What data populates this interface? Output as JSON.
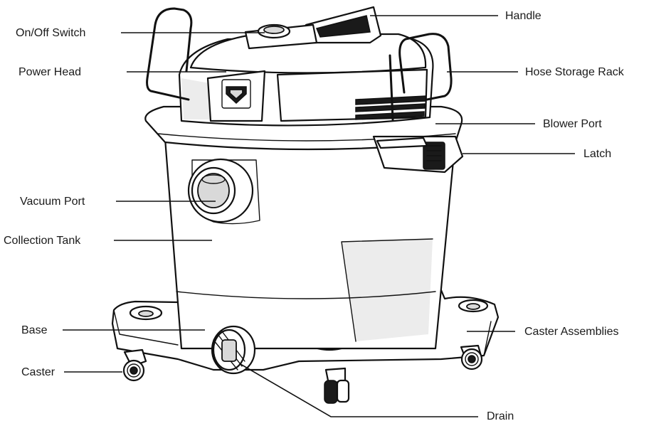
{
  "labels": {
    "handle": "Handle",
    "on_off_switch": "On/Off Switch",
    "power_head": "Power Head",
    "hose_storage_rack": "Hose Storage Rack",
    "blower_port": "Blower Port",
    "latch": "Latch",
    "vacuum_port": "Vacuum Port",
    "collection_tank": "Collection Tank",
    "base": "Base",
    "caster_assemblies": "Caster Assemblies",
    "caster": "Caster",
    "drain": "Drain"
  }
}
